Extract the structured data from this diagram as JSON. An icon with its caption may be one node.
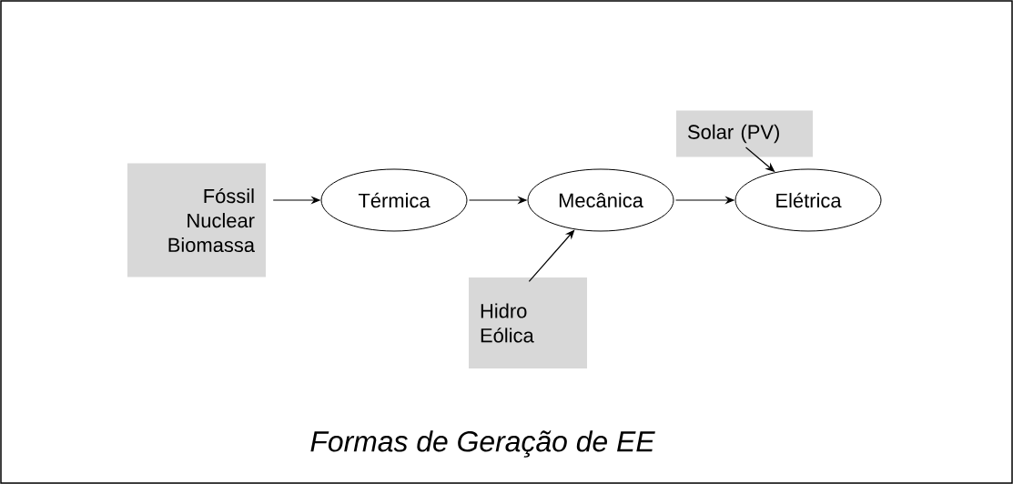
{
  "diagram": {
    "caption": "Formas de Geração de EE",
    "nodes": [
      {
        "text": [
          "Fóssil",
          "Nuclear",
          "Biomassa"
        ]
      },
      {
        "text": [
          "Térmica"
        ]
      },
      {
        "text": [
          "Mecânica"
        ]
      },
      {
        "text": [
          "Elétrica"
        ]
      },
      {
        "text": [
          "Solar (PV)"
        ]
      },
      {
        "text": [
          "Hidro",
          "Eólica"
        ]
      }
    ],
    "edges": [
      {
        "from": 0,
        "to": 1,
        "arrow": "to"
      },
      {
        "from": 1,
        "to": 2,
        "arrow": "to"
      },
      {
        "from": 2,
        "to": 3,
        "arrow": "to"
      },
      {
        "from": 4,
        "to": 3,
        "arrow": "to"
      },
      {
        "from": 5,
        "to": 2,
        "arrow": "to"
      }
    ]
  }
}
